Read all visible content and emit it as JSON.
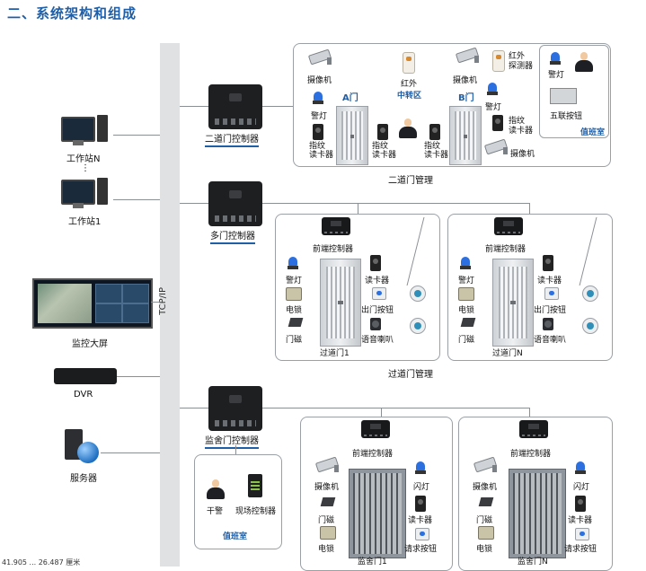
{
  "heading": "二、系统架构和组成",
  "bus_label": "TCP/IP",
  "left": {
    "workstation_n": "工作站N",
    "ellipsis": "⋮",
    "workstation_1": "工作站1",
    "video_wall": "监控大屏",
    "dvr": "DVR",
    "server": "服务器"
  },
  "section1": {
    "controller": "二道门控制器",
    "caption": "二道门管理",
    "camera_left": "摄像机",
    "alarm_light_left": "警灯",
    "fp_reader_left": "指纹\n读卡器",
    "door_a": "A门",
    "infrared_mid": "红外",
    "relay_zone": "中转区",
    "fp_reader_mid_left": "指纹\n读卡器",
    "fp_reader_mid_right": "指纹\n读卡器",
    "door_b": "B门",
    "camera_right": "摄像机",
    "ir_detector": "红外\n探测器",
    "alarm_light_right": "警灯",
    "fp_reader_right": "指纹\n读卡器",
    "camera_bottom_right": "摄像机",
    "duty_alarm_light": "警灯",
    "five_link_button": "五联按钮",
    "duty_room": "值班室"
  },
  "section2": {
    "controller": "多门控制器",
    "caption": "过道门管理",
    "panels": [
      {
        "front_ctrl": "前端控制器",
        "alarm_light": "警灯",
        "reader": "读卡器",
        "lock": "电锁",
        "exit_button": "出门按钮",
        "door_contact": "门磁",
        "speaker": "语音喇叭",
        "door": "过道门1"
      },
      {
        "front_ctrl": "前端控制器",
        "alarm_light": "警灯",
        "reader": "读卡器",
        "lock": "电锁",
        "exit_button": "出门按钮",
        "door_contact": "门磁",
        "speaker": "语音喇叭",
        "door": "过道门N"
      }
    ]
  },
  "section3": {
    "controller": "监舍门控制器",
    "guard": "干警",
    "field_ctrl": "现场控制器",
    "duty_room": "值班室",
    "panels": [
      {
        "front_ctrl": "前端控制器",
        "camera": "摄像机",
        "flash": "闪灯",
        "door_contact": "门磁",
        "reader": "读卡器",
        "lock": "电锁",
        "request_button": "请求按钮",
        "door": "监舍门1"
      },
      {
        "front_ctrl": "前端控制器",
        "camera": "摄像机",
        "flash": "闪灯",
        "door_contact": "门磁",
        "reader": "读卡器",
        "lock": "电锁",
        "request_button": "请求按钮",
        "door": "监舍门N"
      }
    ]
  },
  "footer_text": "41.905 ... 26.487 厘米"
}
